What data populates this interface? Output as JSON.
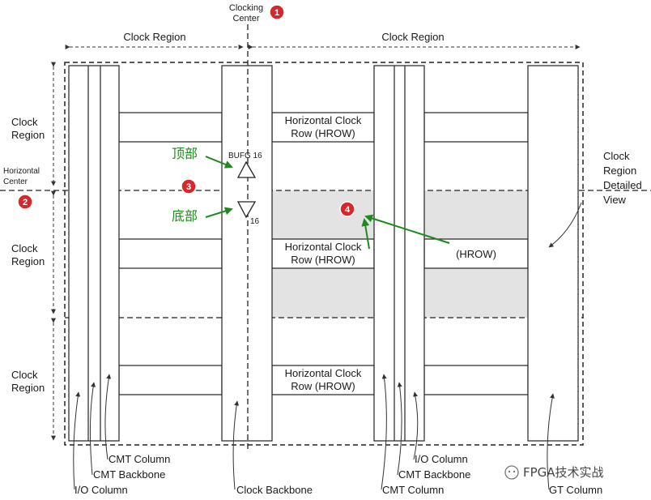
{
  "header": {
    "clocking_center": [
      "Clocking",
      "Center"
    ],
    "clock_region_left": "Clock Region",
    "clock_region_right": "Clock Region"
  },
  "left_labels": {
    "region_top": [
      "Clock",
      "Region"
    ],
    "horizontal_center": [
      "Horizontal",
      "Center"
    ],
    "region_middle": [
      "Clock",
      "Region"
    ],
    "region_bottom": [
      "Clock",
      "Region"
    ]
  },
  "hrow_boxes": {
    "top": [
      "Horizontal Clock",
      "Row (HROW)"
    ],
    "middle": [
      "Horizontal Clock",
      "Row (HROW)"
    ],
    "bottom": [
      "Horizontal Clock",
      "Row (HROW)"
    ],
    "right": "(HROW)"
  },
  "bufg": {
    "top": "BUFG 16",
    "bottom": "16"
  },
  "annotations_cn": {
    "top": "顶部",
    "bottom": "底部"
  },
  "detail_label": [
    "Clock",
    "Region",
    "Detailed",
    "View"
  ],
  "bottom_labels": {
    "cmt_column_left": "CMT Column",
    "cmt_backbone_left": "CMT Backbone",
    "io_column_left": "I/O Column",
    "clock_backbone": "Clock Backbone",
    "io_column_right": "I/O Column",
    "cmt_backbone_right": "CMT Backbone",
    "cmt_column_right": "CMT Column",
    "gt_column": "GT Column"
  },
  "badges": [
    "1",
    "2",
    "3",
    "4"
  ],
  "watermark": "FPGA技术实战",
  "colors": {
    "badge": "#d8262b",
    "green": "#1e8a1e",
    "shade": "#e3e3e3"
  }
}
